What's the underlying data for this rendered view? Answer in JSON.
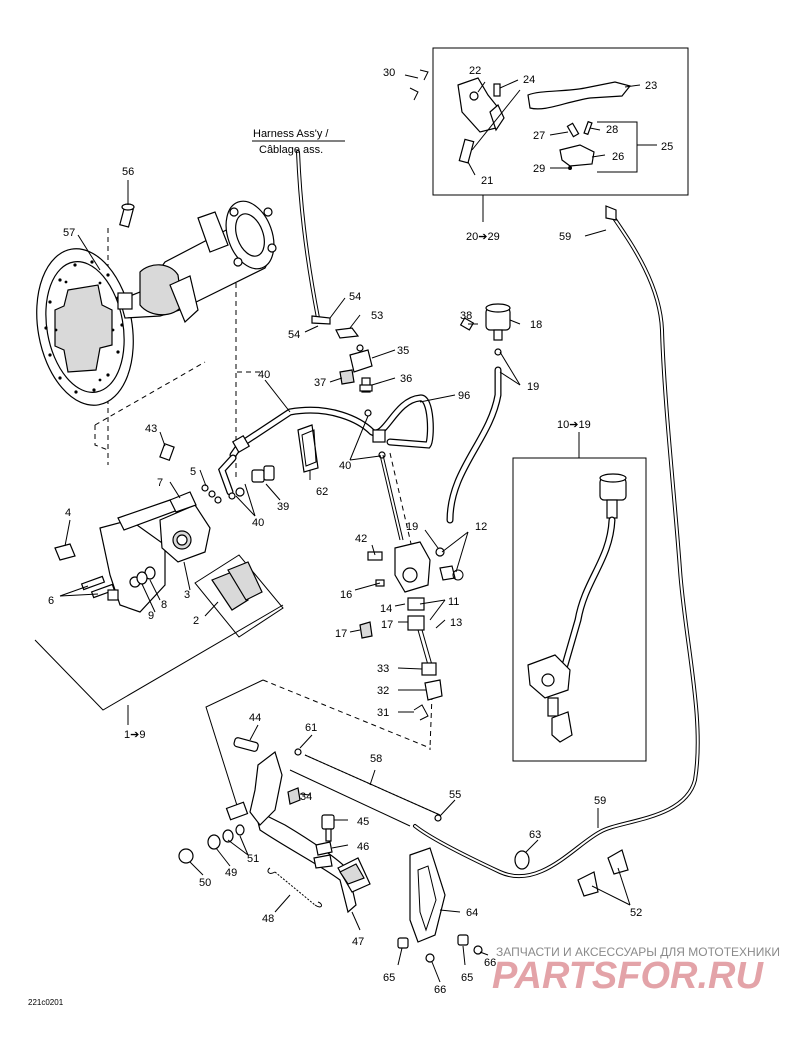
{
  "diagram": {
    "header": {
      "line1": "Harness Ass'y /",
      "line2": "Câblage ass."
    },
    "labels": {
      "l1_9": "1➔9",
      "l2": "2",
      "l3": "3",
      "l4": "4",
      "l5": "5",
      "l6": "6",
      "l7": "7",
      "l8": "8",
      "l9": "9",
      "l10_19": "10➔19",
      "l11": "11",
      "l12": "12",
      "l13": "13",
      "l14": "14",
      "l16": "16",
      "l17a": "17",
      "l17b": "17",
      "l18": "18",
      "l19a": "19",
      "l19b": "19",
      "l20_29": "20➔29",
      "l21": "21",
      "l22": "22",
      "l23": "23",
      "l24": "24",
      "l25": "25",
      "l26": "26",
      "l27": "27",
      "l28": "28",
      "l29": "29",
      "l30": "30",
      "l31": "31",
      "l32": "32",
      "l33": "33",
      "l34": "34",
      "l35": "35",
      "l36": "36",
      "l37": "37",
      "l38": "38",
      "l39": "39",
      "l40a": "40",
      "l40b": "40",
      "l40c": "40",
      "l42": "42",
      "l43": "43",
      "l44": "44",
      "l45": "45",
      "l46": "46",
      "l47": "47",
      "l48": "48",
      "l49": "49",
      "l50": "50",
      "l51": "51",
      "l52": "52",
      "l53": "53",
      "l54a": "54",
      "l54b": "54",
      "l55": "55",
      "l56": "56",
      "l57": "57",
      "l58": "58",
      "l59a": "59",
      "l59b": "59",
      "l61": "61",
      "l62": "62",
      "l63": "63",
      "l64": "64",
      "l65a": "65",
      "l65b": "65",
      "l66a": "66",
      "l66b": "66",
      "l96": "96"
    },
    "drawing_code": "221c0201"
  },
  "watermark": {
    "line1": "ЗАПЧАСТИ И АКСЕССУАРЫ ДЛЯ МОТОТЕХНИКИ",
    "brand": "PARTSFOR.RU"
  }
}
